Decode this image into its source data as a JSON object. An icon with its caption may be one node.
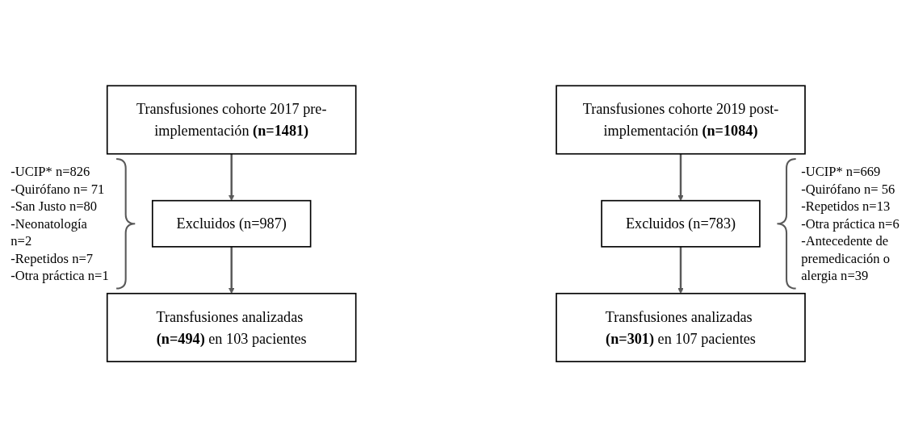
{
  "diagram": {
    "nodes": [
      {
        "text": [
          "Transfusiones cohorte 2017 pre-implementación **(n=1481)**"
        ]
      },
      {
        "text": [
          "Transfusiones cohorte 2019 post-implementación **(n=1084)**"
        ]
      },
      {
        "text": [
          "Excluidos (n=987)"
        ],
        "beside": [
          "-UCIP* n=826",
          "-Quirófano n= 71",
          "-San Justo n=80",
          "-Neonatología n=2",
          "-Repetidos n=7",
          "-Otra práctica n=1"
        ]
      },
      {
        "text": [
          "Excluidos (n=783)"
        ],
        "beside": [
          "-UCIP* n=669",
          "-Quirófano n= 56",
          "-Repetidos n=13",
          "-Otra práctica n=6",
          "-Antecedente de premedicación o alergia n=39"
        ]
      },
      {
        "text": [
          "Transfusiones analizadas **(n=494)** en 103 pacientes"
        ]
      },
      {
        "text": [
          "Transfusiones analizadas **(n=301)** en 107 pacientes"
        ]
      }
    ],
    "edges": [
      {
        "from": 0,
        "to": 2,
        "arrow": "to"
      },
      {
        "from": 2,
        "to": 4,
        "arrow": "to"
      },
      {
        "from": 1,
        "to": 3,
        "arrow": "to"
      },
      {
        "from": 3,
        "to": 5,
        "arrow": "to"
      }
    ]
  }
}
